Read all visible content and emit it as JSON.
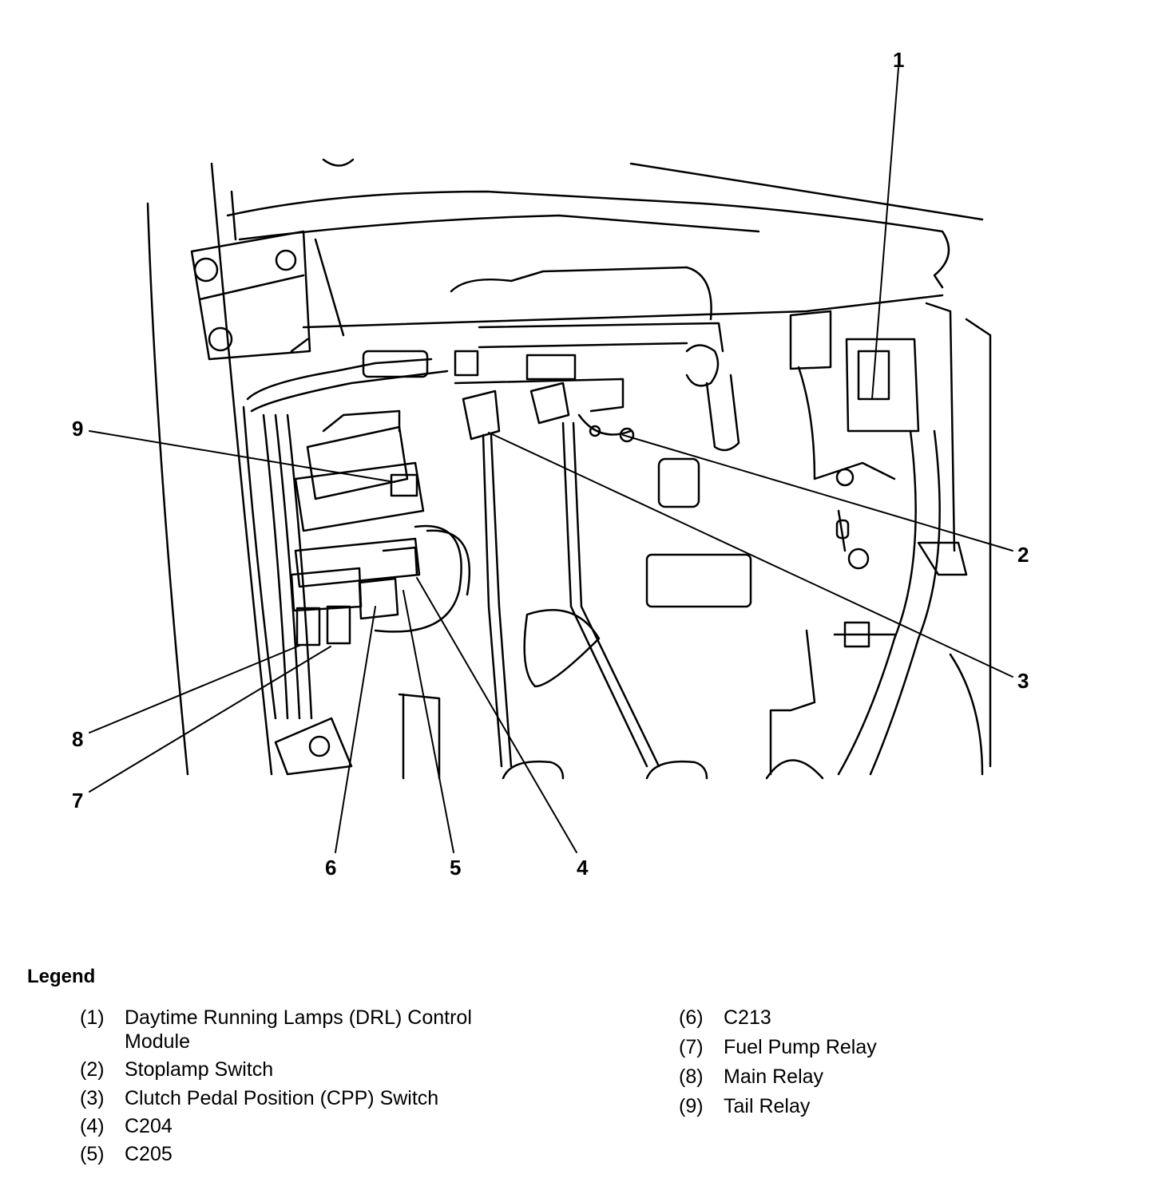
{
  "callouts": [
    "1",
    "2",
    "3",
    "4",
    "5",
    "6",
    "7",
    "8",
    "9"
  ],
  "legend": {
    "title": "Legend",
    "items": [
      {
        "num": "(1)",
        "text": "Daytime Running Lamps (DRL) Control Module"
      },
      {
        "num": "(2)",
        "text": "Stoplamp Switch"
      },
      {
        "num": "(3)",
        "text": "Clutch Pedal Position (CPP) Switch"
      },
      {
        "num": "(4)",
        "text": "C204"
      },
      {
        "num": "(5)",
        "text": "C205"
      },
      {
        "num": "(6)",
        "text": "C213"
      },
      {
        "num": "(7)",
        "text": "Fuel Pump Relay"
      },
      {
        "num": "(8)",
        "text": "Main Relay"
      },
      {
        "num": "(9)",
        "text": "Tail Relay"
      }
    ]
  },
  "colors": {
    "ink": "#000000",
    "paper": "#ffffff"
  }
}
